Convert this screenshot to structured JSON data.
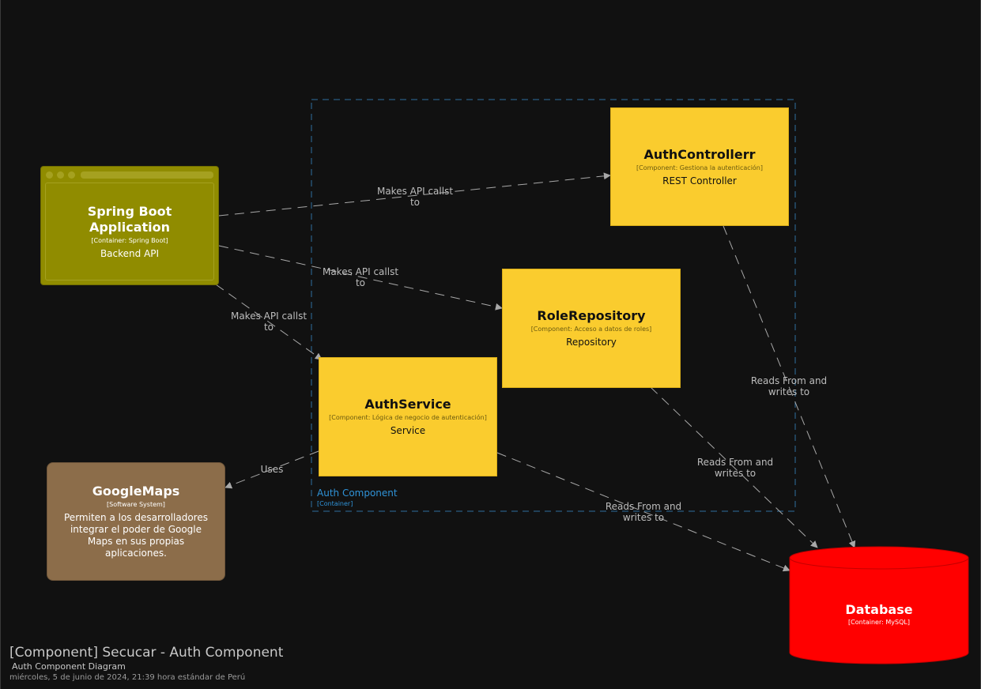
{
  "diagram": {
    "title": "[Component] Secucar - Auth Component",
    "subtitle": "Auth Component Diagram",
    "date": "miércoles, 5 de junio de 2024, 21:39 hora estándar de Perú"
  },
  "boundary": {
    "name": "Auth Component",
    "type": "[Container]",
    "color": "#2f93d8"
  },
  "nodes": {
    "spring": {
      "name": "Spring Boot Application",
      "type": "[Container: Spring Boot]",
      "desc": "Backend API",
      "color": "#908c00"
    },
    "controller": {
      "name": "AuthControllerr",
      "type": "[Component: Gestiona la autenticación]",
      "desc": "REST Controller",
      "color": "#facc2e"
    },
    "role_repo": {
      "name": "RoleRepository",
      "type": "[Component: Acceso a datos de roles]",
      "desc": "Repository",
      "color": "#facc2e"
    },
    "auth_service": {
      "name": "AuthService",
      "type": "[Component: Lógica de negocio de autenticación]",
      "desc": "Service",
      "color": "#facc2e"
    },
    "googlemaps": {
      "name": "GoogleMaps",
      "type": "[Software System]",
      "desc": "Permiten a los desarrolladores integrar el poder de Google Maps en sus propias aplicaciones.",
      "color": "#8c6d4a"
    },
    "database": {
      "name": "Database",
      "type": "[Container: MySQL]",
      "color": "#ff0000"
    }
  },
  "edges": [
    {
      "from": "spring",
      "to": "controller",
      "label": "Makes API callst\nto"
    },
    {
      "from": "spring",
      "to": "role_repo",
      "label": "Makes API callst\nto"
    },
    {
      "from": "spring",
      "to": "auth_service",
      "label": "Makes API callst\nto"
    },
    {
      "from": "auth_service",
      "to": "googlemaps",
      "label": "Uses"
    },
    {
      "from": "controller",
      "to": "database",
      "label": "Reads From and\nwrites to"
    },
    {
      "from": "role_repo",
      "to": "database",
      "label": "Reads From and\nwrites to"
    },
    {
      "from": "auth_service",
      "to": "database",
      "label": "Reads From and\nwrites to"
    }
  ]
}
